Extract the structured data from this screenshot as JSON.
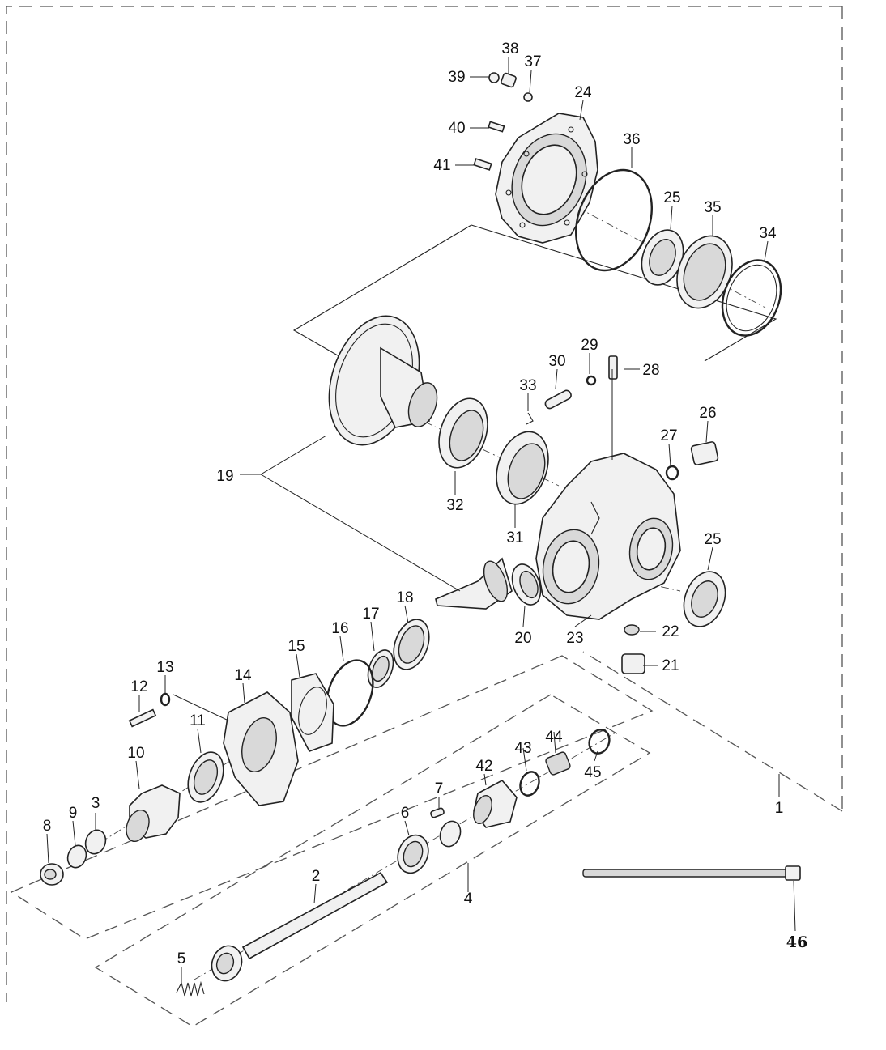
{
  "diagram": {
    "part_numbers": [
      "1",
      "2",
      "3",
      "4",
      "5",
      "6",
      "7",
      "8",
      "9",
      "10",
      "11",
      "12",
      "13",
      "14",
      "15",
      "16",
      "17",
      "18",
      "19",
      "20",
      "21",
      "22",
      "23",
      "24",
      "25",
      "25",
      "26",
      "27",
      "28",
      "29",
      "30",
      "31",
      "32",
      "33",
      "34",
      "35",
      "36",
      "37",
      "38",
      "39",
      "40",
      "41",
      "42",
      "43",
      "44",
      "45",
      "46"
    ]
  }
}
